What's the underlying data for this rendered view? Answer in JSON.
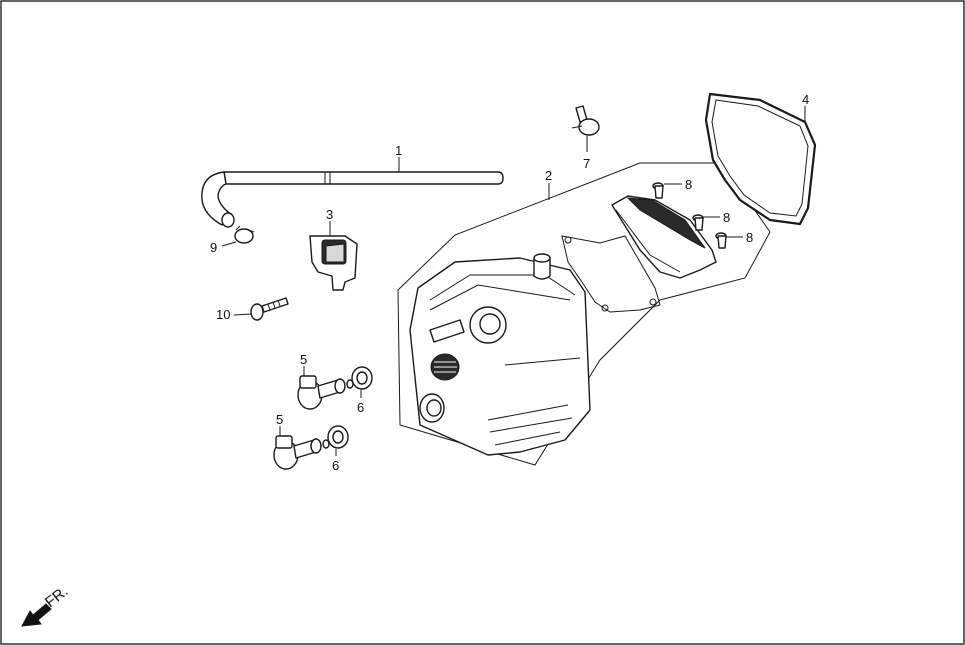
{
  "callouts": {
    "c1": "1",
    "c2": "2",
    "c3": "3",
    "c4": "4",
    "c5a": "5",
    "c5b": "5",
    "c6a": "6",
    "c6b": "6",
    "c7": "7",
    "c8a": "8",
    "c8b": "8",
    "c8c": "8",
    "c9": "9",
    "c10": "10"
  },
  "direction": {
    "label": "FR."
  },
  "icons": {
    "front_arrow": "front-direction-arrow-icon"
  }
}
